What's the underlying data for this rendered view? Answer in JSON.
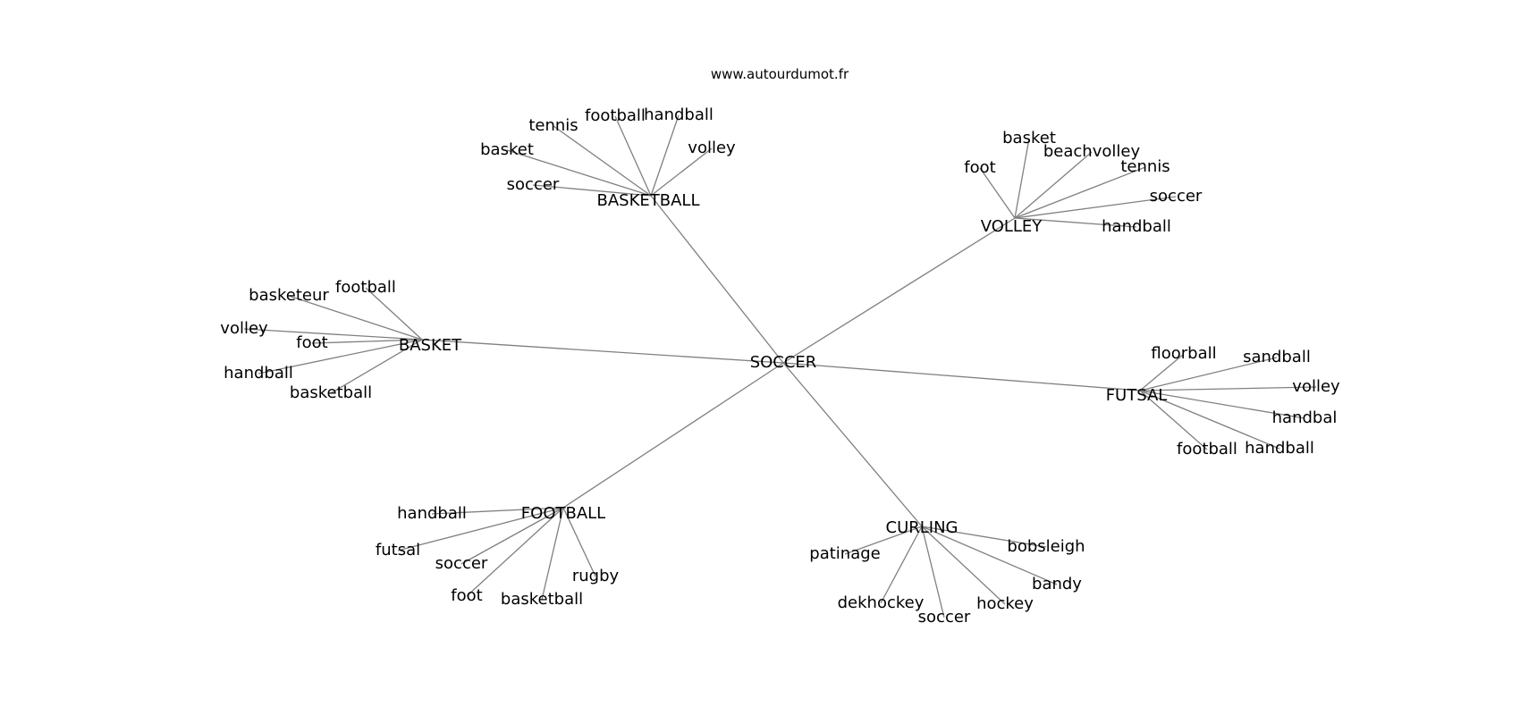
{
  "watermark": "www.autourdumot.fr",
  "root": {
    "label": "SOCCER"
  },
  "clusters": [
    {
      "id": "basketball",
      "label": "BASKETBALL",
      "leaves": [
        "soccer",
        "basket",
        "tennis",
        "football",
        "handball",
        "volley"
      ]
    },
    {
      "id": "volley",
      "label": "VOLLEY",
      "leaves": [
        "foot",
        "basket",
        "beachvolley",
        "tennis",
        "soccer",
        "handball"
      ]
    },
    {
      "id": "basket",
      "label": "BASKET",
      "leaves": [
        "basketeur",
        "football",
        "volley",
        "foot",
        "handball",
        "basketball"
      ]
    },
    {
      "id": "futsal",
      "label": "FUTSAL",
      "leaves": [
        "floorball",
        "sandball",
        "volley",
        "handbal",
        "handball",
        "football"
      ]
    },
    {
      "id": "football",
      "label": "FOOTBALL",
      "leaves": [
        "handball",
        "futsal",
        "soccer",
        "foot",
        "basketball",
        "rugby"
      ]
    },
    {
      "id": "curling",
      "label": "CURLING",
      "leaves": [
        "patinage",
        "dekhockey",
        "soccer",
        "hockey",
        "bandy",
        "bobsleigh"
      ]
    }
  ]
}
